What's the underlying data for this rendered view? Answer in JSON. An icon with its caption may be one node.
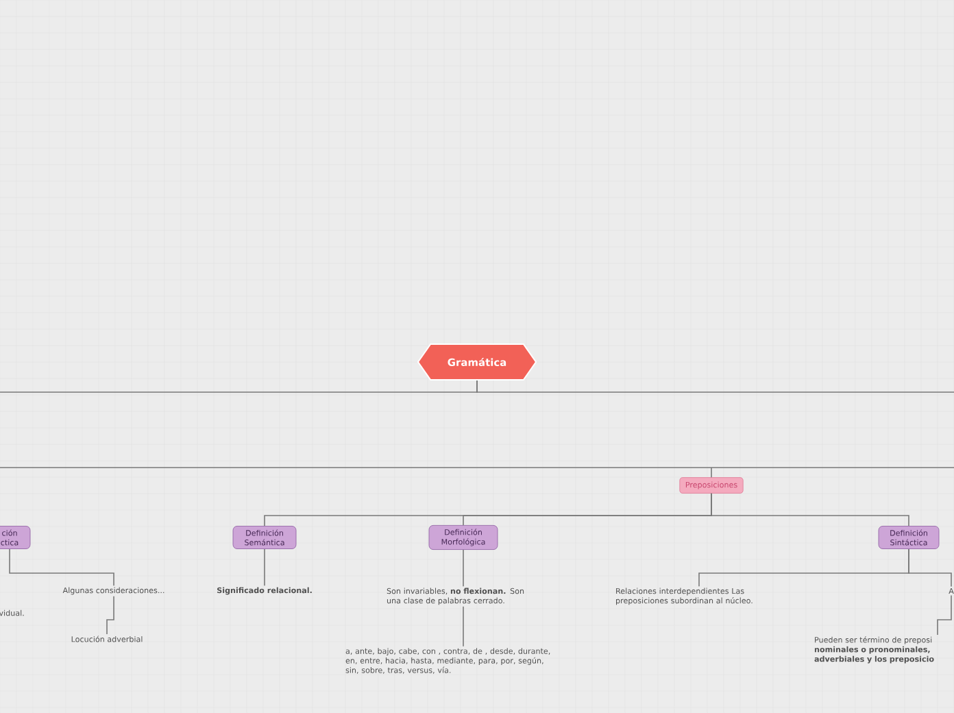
{
  "diagram": {
    "nodes": [
      {
        "text": [
          "Gramática"
        ]
      },
      {
        "text": [
          "Preposiciones"
        ]
      },
      {
        "text": [
          "ción ctica"
        ]
      },
      {
        "text": [
          "Algunas consideraciones..."
        ]
      },
      {
        "text": [
          "Locución adverbial"
        ]
      },
      {
        "text": [
          "Definición Semántica"
        ]
      },
      {
        "text": [
          "Significado relacional."
        ]
      },
      {
        "text": [
          "Definición Morfológica"
        ]
      },
      {
        "text": [
          "Son invariables, **no flexionan.** Son una clase de palabras cerrado."
        ]
      },
      {
        "text": [
          "a, ante, bajo, cabe, con , contra, de , desde, durante, en, entre, hacia, hasta, mediante, para, por, según, sin, sobre, tras, versus, vía."
        ]
      },
      {
        "text": [
          "Definición Sintáctica"
        ]
      },
      {
        "text": [
          "Relaciones interdependientes Las preposiciones subordinan al núcleo."
        ]
      },
      {
        "text": [
          "A"
        ]
      },
      {
        "text": [
          "Pueden ser término de preposi **nominales o pronominales, adverbiales y los preposicio**"
        ]
      }
    ],
    "edges": [
      {
        "from": 0,
        "to": null,
        "arrow": "none"
      },
      {
        "from": 0,
        "to": null,
        "arrow": "none"
      },
      {
        "from": null,
        "to": 1,
        "arrow": "none"
      },
      {
        "from": 1,
        "to": 5,
        "arrow": "none"
      },
      {
        "from": 1,
        "to": 7,
        "arrow": "none"
      },
      {
        "from": 1,
        "to": 10,
        "arrow": "none"
      },
      {
        "from": 2,
        "to": 3,
        "arrow": "none"
      },
      {
        "from": 3,
        "to": 4,
        "arrow": "none"
      },
      {
        "from": 5,
        "to": 6,
        "arrow": "none"
      },
      {
        "from": 7,
        "to": 8,
        "arrow": "none"
      },
      {
        "from": 8,
        "to": 9,
        "arrow": "none"
      },
      {
        "from": 10,
        "to": 11,
        "arrow": "none"
      },
      {
        "from": 10,
        "to": 12,
        "arrow": "none"
      },
      {
        "from": 12,
        "to": 13,
        "arrow": "none"
      }
    ],
    "labels": [
      "vidual."
    ]
  }
}
